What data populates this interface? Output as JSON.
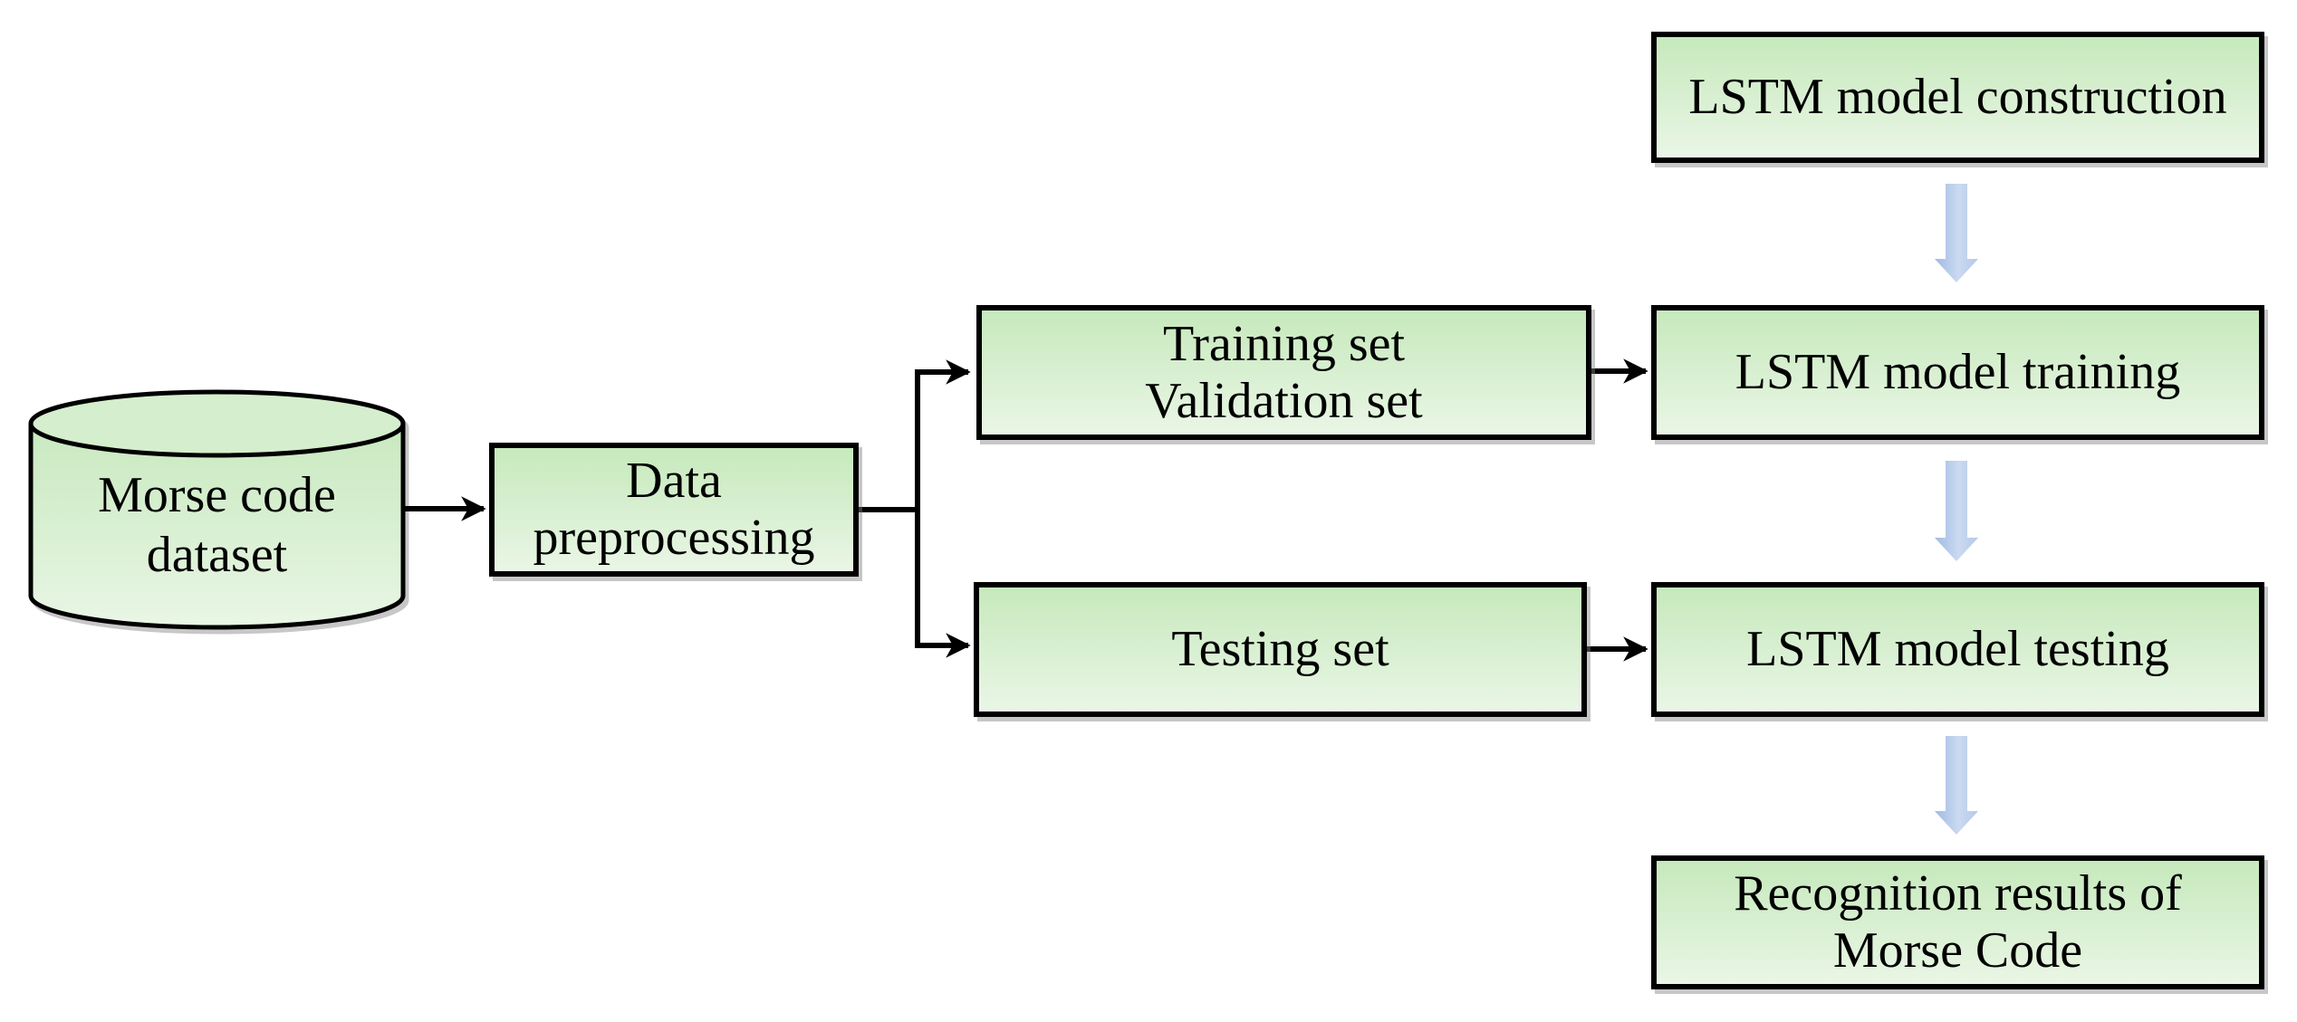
{
  "diagram": {
    "type": "flowchart",
    "description": "LSTM Morse code recognition workflow",
    "background": "#ffffff",
    "colors": {
      "box_fill_top": "#c6e9bc",
      "box_fill_bottom": "#eaf6e6",
      "cylinder_fill_top": "#d5eecd",
      "border": "#000000",
      "connector": "#000000",
      "arrow_blue": "#a9c2e5",
      "arrow_blue_light": "#cbd9f1",
      "text": "#000000"
    },
    "nodes": {
      "dataset": {
        "shape": "cylinder",
        "lines": [
          "Morse code",
          "dataset"
        ]
      },
      "preprocessing": {
        "shape": "rect",
        "lines": [
          "Data",
          "preprocessing"
        ]
      },
      "train_val_set": {
        "shape": "rect",
        "lines": [
          "Training set",
          "Validation set"
        ]
      },
      "testing_set": {
        "shape": "rect",
        "lines": [
          "Testing set"
        ]
      },
      "construction": {
        "shape": "rect",
        "lines": [
          "LSTM model construction"
        ]
      },
      "training": {
        "shape": "rect",
        "lines": [
          "LSTM model training"
        ]
      },
      "testing": {
        "shape": "rect",
        "lines": [
          "LSTM model testing"
        ]
      },
      "results": {
        "shape": "rect",
        "lines": [
          "Recognition results of",
          "Morse Code"
        ]
      }
    },
    "edges": [
      {
        "from": "dataset",
        "to": "preprocessing",
        "style": "thin-black-arrow"
      },
      {
        "from": "preprocessing",
        "to": "train_val_set",
        "style": "thin-black-arrow"
      },
      {
        "from": "preprocessing",
        "to": "testing_set",
        "style": "thin-black-arrow"
      },
      {
        "from": "train_val_set",
        "to": "training",
        "style": "thin-black-arrow"
      },
      {
        "from": "testing_set",
        "to": "testing",
        "style": "thin-black-arrow"
      },
      {
        "from": "construction",
        "to": "training",
        "style": "blue-block-arrow"
      },
      {
        "from": "training",
        "to": "testing",
        "style": "blue-block-arrow"
      },
      {
        "from": "testing",
        "to": "results",
        "style": "blue-block-arrow"
      }
    ]
  }
}
